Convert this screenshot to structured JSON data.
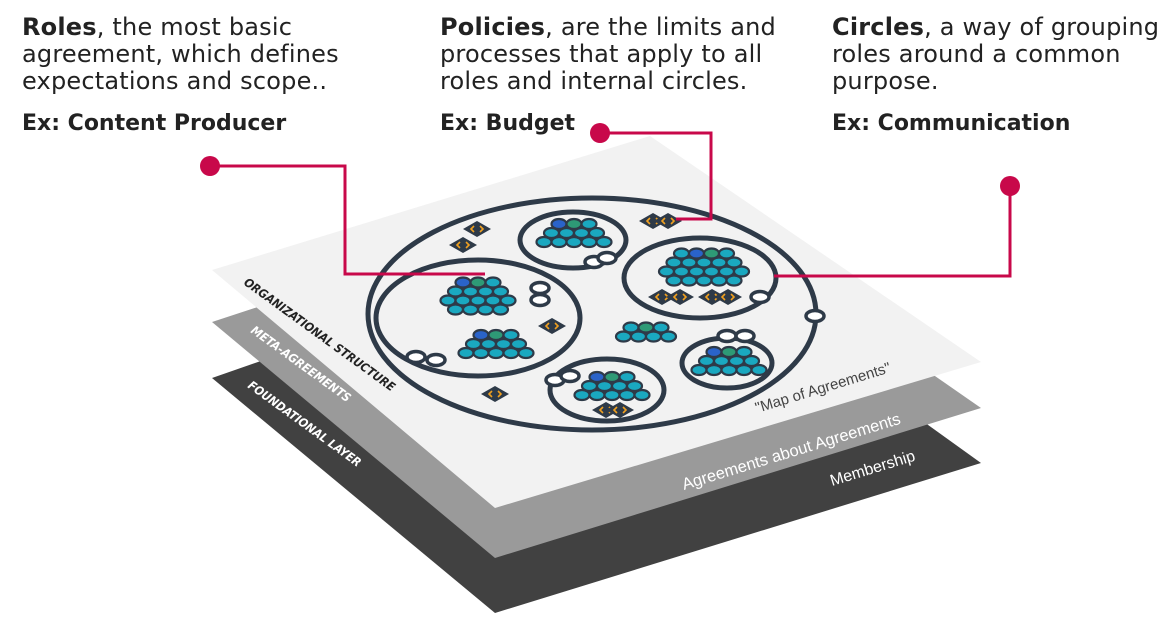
{
  "columns": {
    "roles": {
      "title": "Roles",
      "text": ", the most basic agreement, which defines expectations and scope..",
      "example": "Ex: Content Producer"
    },
    "policies": {
      "title": "Policies",
      "text": ", are the limits and processes that apply to all roles and internal circles.",
      "example": "Ex: Budget"
    },
    "circles": {
      "title": "Circles",
      "text": ", a way of grouping roles around a common purpose.",
      "example": "Ex: Communication"
    }
  },
  "layers": {
    "top": {
      "side_label": "ORGANIZATIONAL STRUCTURE",
      "face_label": "\"Map of Agreements\""
    },
    "middle": {
      "side_label": "META-AGREEMENTS",
      "face_label": "Agreements about Agreements"
    },
    "bottom": {
      "side_label": "FOUNDATIONAL LAYER",
      "face_label": "Membership"
    }
  },
  "colors": {
    "accent": "#c8084a",
    "circle_stroke": "#2e3a48",
    "layer_top": "#f2f2f2",
    "layer_middle": "#9a9a9a",
    "layer_bottom": "#414141",
    "dot_teal": "#1aa8c0",
    "dot_green": "#2e9a76",
    "dot_blue": "#2a63c9",
    "policy_orange": "#f0a020"
  }
}
